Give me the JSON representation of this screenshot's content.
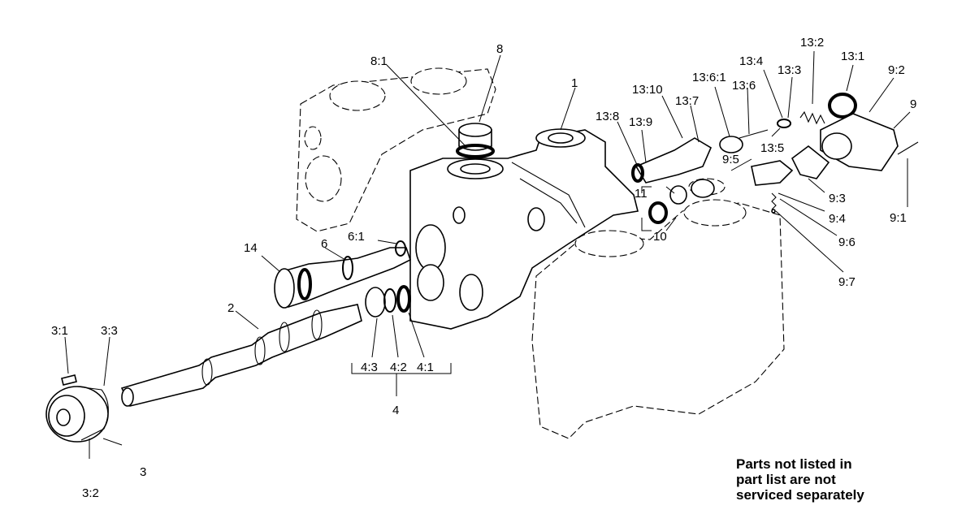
{
  "labels": {
    "l1": "1",
    "l2": "2",
    "l3": "3",
    "l3_1": "3:1",
    "l3_2": "3:2",
    "l3_3": "3:3",
    "l4": "4",
    "l4_1": "4:1",
    "l4_2": "4:2",
    "l4_3": "4:3",
    "l6": "6",
    "l6_1": "6:1",
    "l8": "8",
    "l8_1": "8:1",
    "l9": "9",
    "l9_1": "9:1",
    "l9_2": "9:2",
    "l9_3": "9:3",
    "l9_4": "9:4",
    "l9_5": "9:5",
    "l9_6": "9:6",
    "l9_7": "9:7",
    "l10": "10",
    "l11": "11",
    "l13_1": "13:1",
    "l13_2": "13:2",
    "l13_3": "13:3",
    "l13_4": "13:4",
    "l13_5": "13:5",
    "l13_6": "13:6",
    "l13_6_1": "13:6:1",
    "l13_7": "13:7",
    "l13_8": "13:8",
    "l13_9": "13:9",
    "l13_10": "13:10",
    "l14": "14"
  },
  "note": {
    "line1": "Parts not listed in",
    "line2": "part list are not",
    "line3": "serviced separately"
  }
}
